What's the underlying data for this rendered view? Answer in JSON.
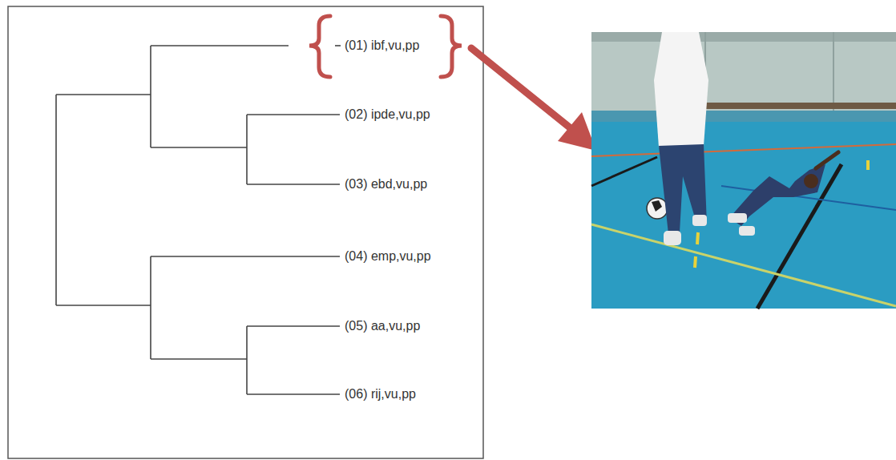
{
  "diagram": {
    "labels": [
      "(01) ibf,vu,pp",
      "(02) ipde,vu,pp",
      "(03) ebd,vu,pp",
      "(04) emp,vu,pp",
      "(05) aa,vu,pp",
      "(06) rij,vu,pp"
    ]
  }
}
